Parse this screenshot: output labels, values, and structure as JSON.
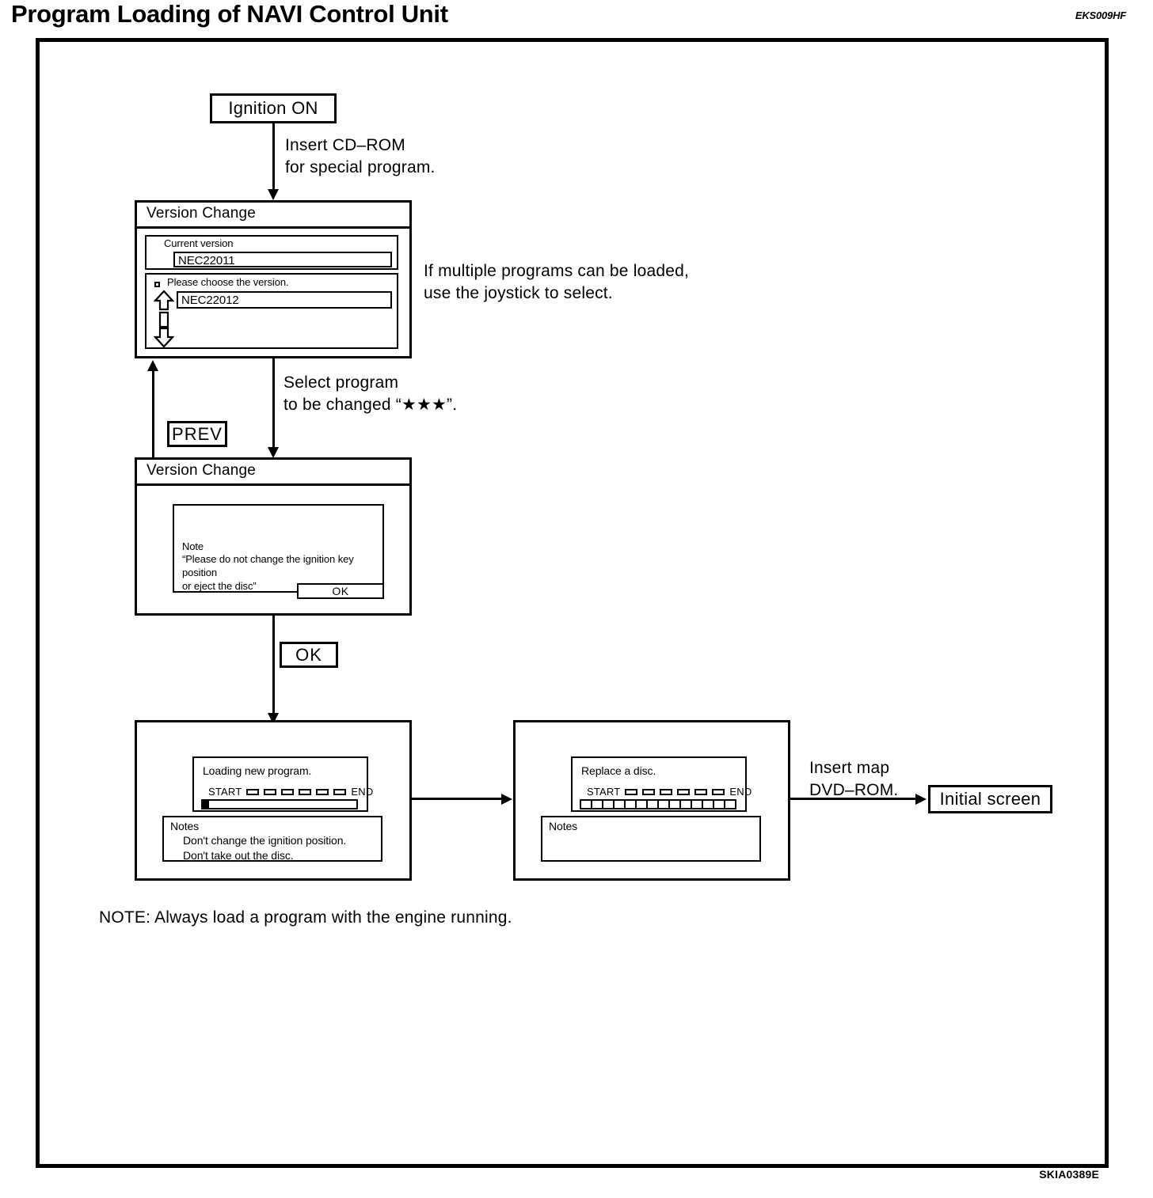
{
  "header": {
    "title": "Program Loading of NAVI Control Unit",
    "doc_code": "EKS009HF"
  },
  "footer": {
    "figure_code": "SKIA0389E"
  },
  "flow": {
    "start_box": "Ignition ON",
    "step1_annotation": "Insert CD–ROM\nfor special program.",
    "step2_annotation": "Select program\nto be changed “★★★”.",
    "side_annotation": "If multiple programs can be loaded,\nuse the joystick to select.",
    "prev_button": "PREV",
    "ok_button": "OK",
    "insert_map_annotation": "Insert map\nDVD–ROM.",
    "end_box": "Initial screen",
    "bottom_note": "NOTE: Always load a program with the engine running."
  },
  "screen1": {
    "title": "Version Change",
    "current_version_label": "Current version",
    "current_version_value": "NEC22011",
    "choose_label": "Please choose the version.",
    "choose_value": "NEC22012",
    "scroll_up_icon": "arrow-up-icon",
    "scroll_down_icon": "arrow-down-icon"
  },
  "screen2": {
    "title": "Version Change",
    "note_title": "Note",
    "note_body": "“Please do not change the ignition key position\nor eject the disc”",
    "ok_label": "OK"
  },
  "screen3": {
    "caption": "Loading new program.",
    "start_label": "START",
    "end_label": "END",
    "tick_count": 6,
    "progress_percent": 4,
    "bar_style": "partial-fill",
    "notes_title": "Notes",
    "notes_body": "Don't change the ignition position.\nDon't take out the disc."
  },
  "screen4": {
    "caption": "Replace a disc.",
    "start_label": "START",
    "end_label": "END",
    "tick_count": 6,
    "segment_count": 14,
    "bar_style": "segmented",
    "notes_title": "Notes",
    "notes_body": ""
  },
  "colors": {
    "ink": "#000000",
    "paper": "#ffffff"
  }
}
